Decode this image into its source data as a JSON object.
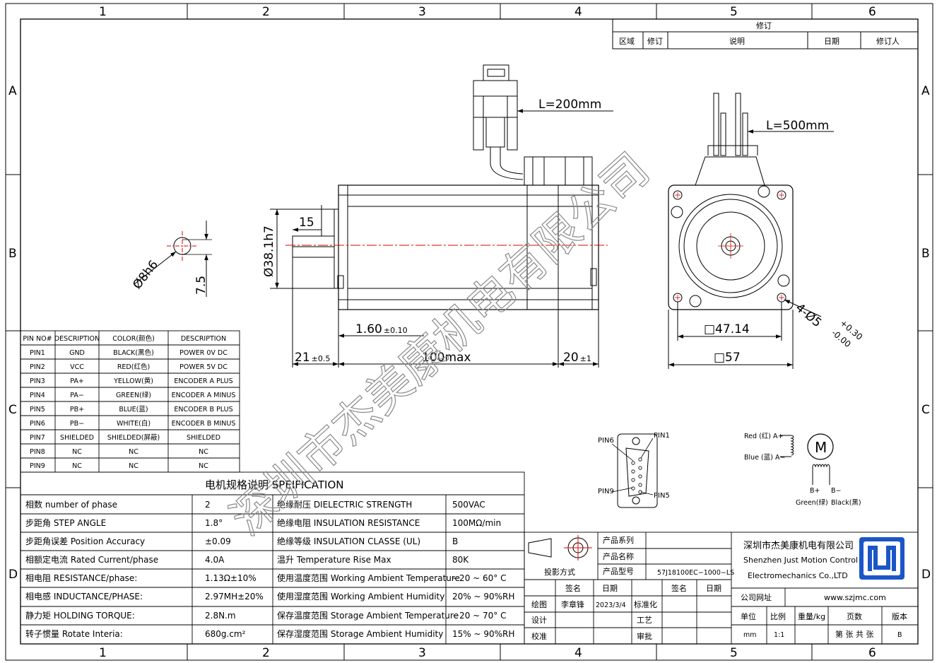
{
  "frame": {
    "zones_top": [
      "1",
      "2",
      "3",
      "4",
      "5",
      "6"
    ],
    "zones_side": [
      "A",
      "B",
      "C",
      "D"
    ]
  },
  "revision": {
    "title": "修订",
    "headers": [
      "区域",
      "修订",
      "说明",
      "日期",
      "修订人"
    ]
  },
  "dimensions": {
    "cable_l1": "L=200mm",
    "cable_l2": "L=500mm",
    "shaft_dia": "Ø8h6",
    "shaft_flat": "7.5",
    "shaft_len": "15",
    "pilot_dia": "Ø38.1h7",
    "pilot_depth": "1.60",
    "pilot_depth_tol": "±0.10",
    "shaft_ext": "21",
    "shaft_ext_tol": "±0.5",
    "body_len": "100max",
    "tail_len": "20",
    "tail_len_tol": "±1",
    "hole_spacing": "□47.14",
    "flange": "□57",
    "holes": "4-Ø5",
    "holes_tol_up": "+0.30",
    "holes_tol_low": "-0.00"
  },
  "pin_table": {
    "headers": [
      "PIN NO#",
      "DESCRIPTION",
      "COLOR(颜色)",
      "DESCRIPTION"
    ],
    "rows": [
      [
        "PIN1",
        "GND",
        "BLACK(黑色)",
        "POWER 0V DC"
      ],
      [
        "PIN2",
        "VCC",
        "RED(红色)",
        "POWER 5V DC"
      ],
      [
        "PIN3",
        "PA+",
        "YELLOW(黄)",
        "ENCODER A PLUS"
      ],
      [
        "PIN4",
        "PA−",
        "GREEN(绿)",
        "ENCODER A MINUS"
      ],
      [
        "PIN5",
        "PB+",
        "BLUE(蓝)",
        "ENCODER B PLUS"
      ],
      [
        "PIN6",
        "PB−",
        "WHITE(白)",
        "ENCODER B MINUS"
      ],
      [
        "PIN7",
        "SHIELDED",
        "SHIELDED(屏蔽)",
        "SHIELDED"
      ],
      [
        "PIN8",
        "NC",
        "NC",
        "NC"
      ],
      [
        "PIN9",
        "NC",
        "NC",
        "NC"
      ]
    ]
  },
  "spec": {
    "title": "电机规格说明 SPEIFICATION",
    "rows": [
      [
        "相数 number of phase",
        "2",
        "绝缘耐压 DIELECTRIC STRENGTH",
        "500VAC"
      ],
      [
        "步距角 STEP ANGLE",
        "1.8°",
        "绝缘电阻 INSULATION RESISTANCE",
        "100MΩ/min"
      ],
      [
        "步距角误差 Position Accuracy",
        "±0.09",
        "绝缘等级 INSULATION CLASSE (UL)",
        "B"
      ],
      [
        "相额定电流 Rated Current/phase",
        "4.0A",
        "温升 Temperature Rise Max",
        "80K"
      ],
      [
        "相电阻 RESISTANCE/phase:",
        "1.13Ω±10%",
        "使用温度范围 Working Ambient Temperature",
        "−20 ~ 60° C"
      ],
      [
        "相电感 INDUCTANCE/PHASE:",
        "2.97MH±20%",
        "使用湿度范围 Working Ambient Humidity",
        "20% ~ 90%RH"
      ],
      [
        "静力矩 HOLDING TORQUE:",
        "2.8N.m",
        "保存温度范围 Storage Ambient Temperature",
        "−20 ~ 70° C"
      ],
      [
        "转子惯量 Rotate Interia:",
        "680g.cm²",
        "保存湿度范围 Storage Ambient Humidity",
        "15% ~ 90%RH"
      ]
    ]
  },
  "connector": {
    "pin6": "PIN6",
    "pin1": "PIN1",
    "pin9": "PIN9",
    "pin5": "PIN5"
  },
  "wiring": {
    "red": "Red (红) A+",
    "blue": "Blue (蓝) A−",
    "motor": "M",
    "bplus": "B+",
    "bminus": "B−",
    "green": "Green(绿)",
    "black": "Black(黑)"
  },
  "title_block": {
    "series_label": "产品系列",
    "name_label": "产品名称",
    "model_label": "产品型号",
    "model": "57J18100EC−1000−LS",
    "projection": "投影方式",
    "sign": "签名",
    "date": "日期",
    "sign2": "签名",
    "date2": "日期",
    "drawn": "绘图",
    "drawn_by": "李章锋",
    "drawn_date": "2023/3/4",
    "standard": "标准化",
    "design": "设计",
    "process": "工艺",
    "check": "校准",
    "approve": "审批",
    "company_cn": "深圳市杰美康机电有限公司",
    "company_en1": "Shenzhen Just Motion Control",
    "company_en2": "Electromechanics Co.,LTD",
    "website_label": "公司网址",
    "website": "www.szjmc.com",
    "unit_label": "单位",
    "unit": "mm",
    "scale_label": "比例",
    "scale": "1:1",
    "weight_label": "重量/kg",
    "pages_label": "页数",
    "pages": "第 张 共 张",
    "version_label": "版本",
    "version": "B"
  },
  "watermark": "深圳市杰美康机电有限公司",
  "colors": {
    "line": "#000000",
    "center": "#e00000",
    "brand": "#1a56c8"
  }
}
